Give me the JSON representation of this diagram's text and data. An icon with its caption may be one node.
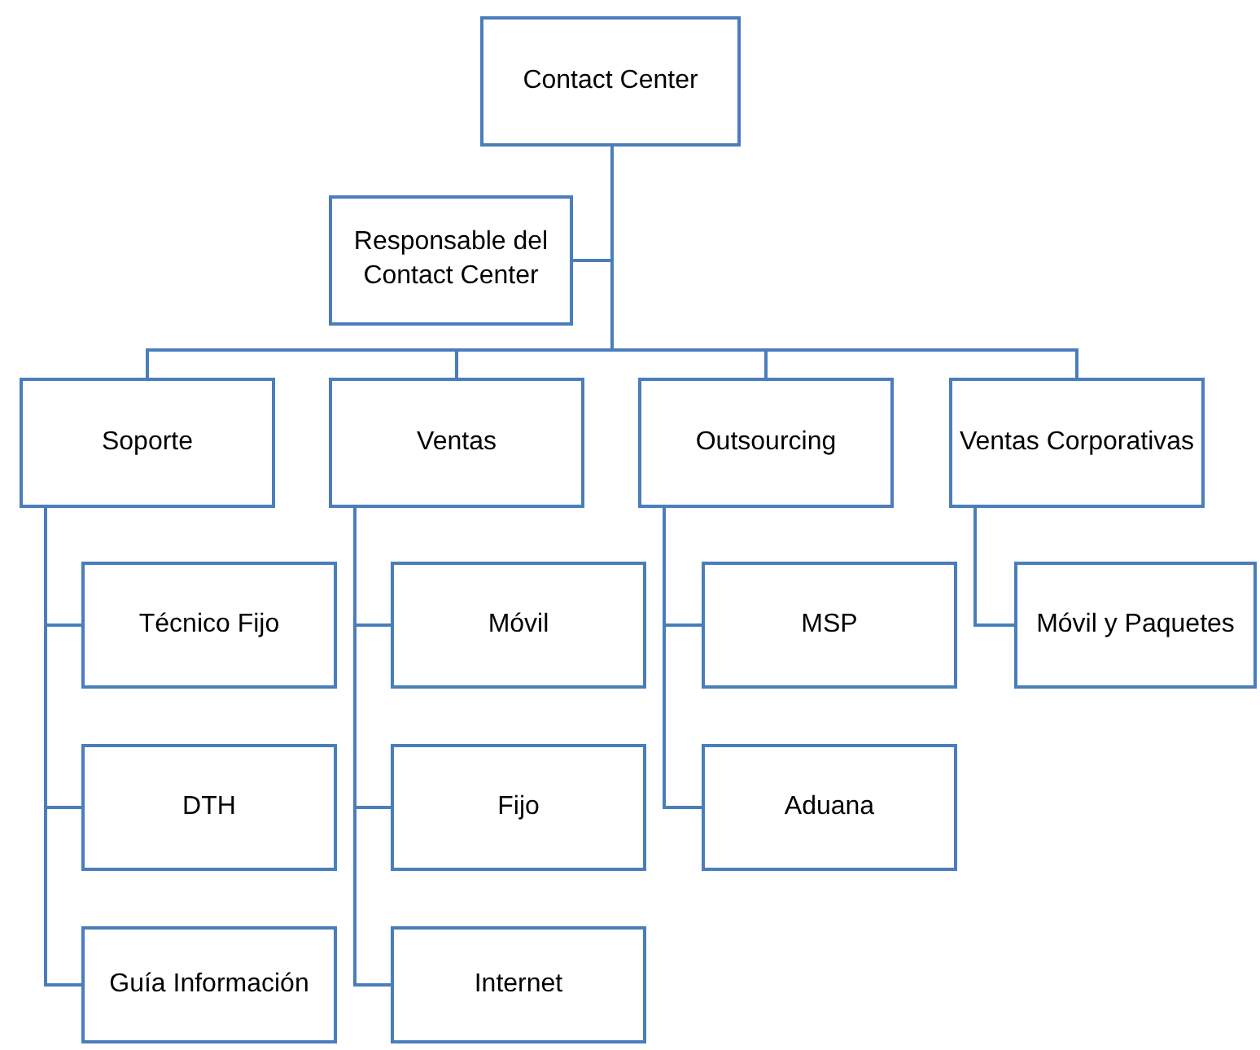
{
  "diagram": {
    "nodes": [
      {
        "text": [
          "Contact Center"
        ]
      },
      {
        "text": [
          "Responsable del Contact Center"
        ]
      },
      {
        "text": [
          "Soporte"
        ]
      },
      {
        "text": [
          "Ventas"
        ]
      },
      {
        "text": [
          "Outsourcing"
        ]
      },
      {
        "text": [
          "Ventas Corporativas"
        ]
      },
      {
        "text": [
          "Técnico Fijo"
        ]
      },
      {
        "text": [
          "DTH"
        ]
      },
      {
        "text": [
          "Guía Información"
        ]
      },
      {
        "text": [
          "Móvil"
        ]
      },
      {
        "text": [
          "Fijo"
        ]
      },
      {
        "text": [
          "Internet"
        ]
      },
      {
        "text": [
          "MSP"
        ]
      },
      {
        "text": [
          "Aduana"
        ]
      },
      {
        "text": [
          "Móvil y Paquetes"
        ]
      }
    ],
    "edges": [
      {
        "from": 0,
        "to": 1,
        "arrow": "none"
      },
      {
        "from": 0,
        "to": 2,
        "arrow": "none"
      },
      {
        "from": 0,
        "to": 3,
        "arrow": "none"
      },
      {
        "from": 0,
        "to": 4,
        "arrow": "none"
      },
      {
        "from": 0,
        "to": 5,
        "arrow": "none"
      },
      {
        "from": 2,
        "to": 6,
        "arrow": "none"
      },
      {
        "from": 2,
        "to": 7,
        "arrow": "none"
      },
      {
        "from": 2,
        "to": 8,
        "arrow": "none"
      },
      {
        "from": 3,
        "to": 9,
        "arrow": "none"
      },
      {
        "from": 3,
        "to": 10,
        "arrow": "none"
      },
      {
        "from": 3,
        "to": 11,
        "arrow": "none"
      },
      {
        "from": 4,
        "to": 12,
        "arrow": "none"
      },
      {
        "from": 4,
        "to": 13,
        "arrow": "none"
      },
      {
        "from": 5,
        "to": 14,
        "arrow": "none"
      }
    ]
  }
}
